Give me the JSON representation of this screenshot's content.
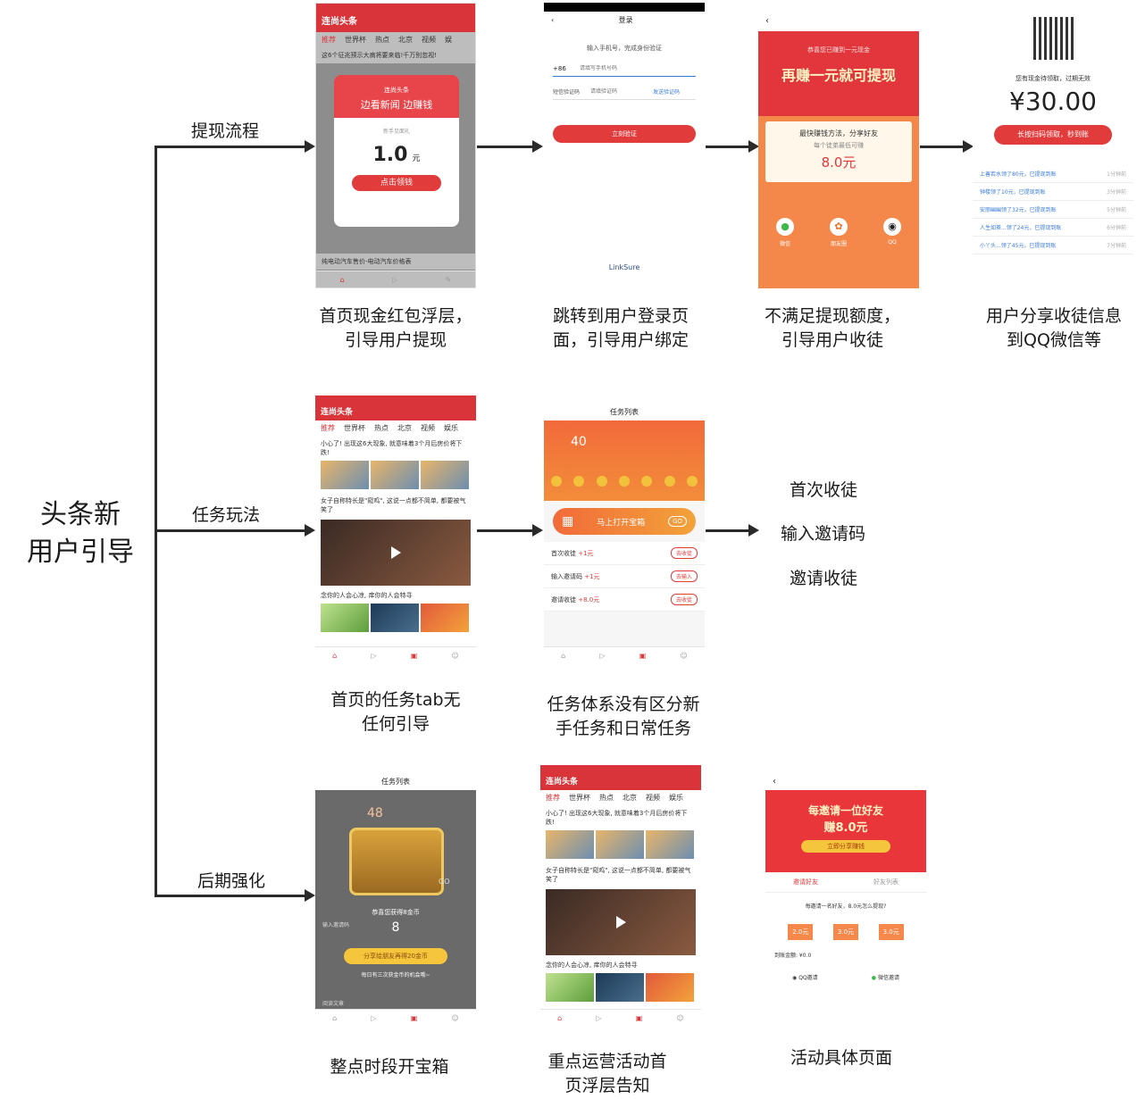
{
  "root": {
    "title": "头条新\n用户引导"
  },
  "branches": [
    {
      "label": "提现流程"
    },
    {
      "label": "任务玩法"
    },
    {
      "label": "后期强化"
    }
  ],
  "captions": {
    "r1c1": "首页现金红包浮层，\n引导用户提现",
    "r1c2": "跳转到用户登录页\n面，引导用户绑定",
    "r1c3": "不满足提现额度，\n引导用户收徒",
    "r1c4": "用户分享收徒信息\n到QQ微信等",
    "r2c1": "首页的任务tab无\n任何引导",
    "r2c2": "任务体系没有区分新\n手任务和日常任务",
    "r3c1": "整点时段开宝箱",
    "r3c2": "重点运营活动首\n页浮层告知",
    "r3c3": "活动具体页面"
  },
  "task_items": [
    "首次收徒",
    "输入邀请码",
    "邀请收徒"
  ],
  "screens": {
    "home": {
      "app_name": "连尚头条",
      "tabs": [
        "推荐",
        "世界杯",
        "热点",
        "北京",
        "视频",
        "娱"
      ],
      "news1": "这6个征兆预示大病将要来临!千万别忽视!",
      "popup_title": "连尚头条",
      "popup_slogan": "边看新闻 边赚钱",
      "popup_sub": "新手见面礼",
      "popup_amount": "1.0",
      "popup_unit": "元",
      "popup_button": "点击领钱",
      "bottom_news": "纯电动汽车售价-电动汽车价格表"
    },
    "login": {
      "title": "登录",
      "hint": "输入手机号，完成身份验证",
      "country_code": "+86",
      "phone_placeholder": "请填写手机号码",
      "code_label": "短信验证码",
      "code_placeholder": "请填验证码",
      "send_code": "发送验证码",
      "submit": "立刻验证",
      "footer": "LinkSure"
    },
    "invite_red": {
      "banner_top": "恭喜您已赚到一元现金",
      "banner_main": "再赚一元就可提现",
      "card_title": "最快赚钱方法，分享好友",
      "card_sub": "每个徒弟最低可赚",
      "card_amount": "8.0元",
      "share_targets": [
        "微信",
        "朋友圈",
        "QQ"
      ]
    },
    "share_card": {
      "hint": "您有现金待领取，过期无效",
      "amount": "¥30.00",
      "button": "长按扫码领取，秒到账",
      "records": [
        "上善若水领了80元，已提现到账",
        "钟楼领了10元，已提现到账",
        "安丽幽幽领了32元，已提现到账",
        "人生如茶...领了24元，已提现到账",
        "小丫头...领了45元，已提现到账"
      ],
      "times": [
        "1分钟前",
        "3分钟前",
        "5分钟前",
        "6分钟前",
        "7分钟前"
      ]
    },
    "feed": {
      "app_name": "连尚头条",
      "tabs": [
        "推荐",
        "世界杯",
        "热点",
        "北京",
        "视频",
        "娱乐"
      ],
      "news1": "小心了! 出现这6大现象, 就意味着3个月后房价将下跌!",
      "news2": "女子自称特长是\"窥鸡\", 这说一点都不简单, 都要被气笑了",
      "news3": "念你的人会心凉, 痒你的人会特寻",
      "tab_labels": [
        "首页",
        "视频",
        "福利",
        "我的"
      ]
    },
    "tasks": {
      "title": "任务列表",
      "coins": "40",
      "chest_text": "马上打开宝箱",
      "chest_go": "GO",
      "rows": [
        {
          "name": "首次收徒",
          "reward": "+1元",
          "action": "去收徒"
        },
        {
          "name": "输入邀请码",
          "reward": "+1元",
          "action": "去输入"
        },
        {
          "name": "邀请收徒",
          "reward": "+8.0元",
          "action": "去收徒"
        }
      ],
      "tab_labels": [
        "首页",
        "视频",
        "福利",
        "我的"
      ]
    },
    "chest": {
      "title": "任务列表",
      "coins": "48",
      "congrats": "恭喜您获得8金币",
      "count": "8",
      "button": "分享给朋友再得20金币",
      "note": "每日有三次获金币的机会哦~",
      "row1": "输入邀请码",
      "row2": "阅读文章",
      "go": "GO",
      "tab_labels": [
        "首页",
        "视频",
        "福利",
        "我的"
      ]
    },
    "feed2": {
      "app_name": "连尚头条",
      "tabs": [
        "推荐",
        "世界杯",
        "热点",
        "北京",
        "视频",
        "娱乐"
      ],
      "news1": "小心了! 出现这6大现象, 就意味着3个月后房价将下跌!",
      "news2": "女子自称特长是\"窥鸡\", 这说一点都不简单, 都要被气笑了",
      "news3": "念你的人会心凉, 痒你的人会特寻",
      "tab_labels": [
        "首页",
        "视频",
        "福利",
        "我的"
      ]
    },
    "activity": {
      "banner_main": "每邀请一位好友",
      "banner_amount": "赚8.0元",
      "banner_button": "立即分享赚钱",
      "tab_active": "邀请好友",
      "tab_other": "好友列表",
      "question": "每邀请一名好友，8.0元怎么提现?",
      "steps": [
        "2.0元",
        "3.0元",
        "3.0元"
      ],
      "earned": "到账金额: ¥0.0",
      "share_qq": "QQ邀请",
      "share_wechat": "微信邀请"
    }
  }
}
